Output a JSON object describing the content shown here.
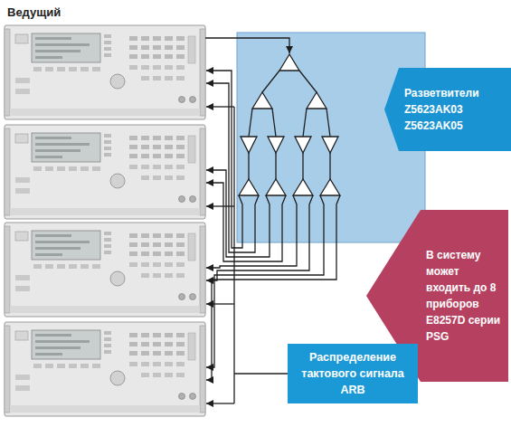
{
  "diagram": {
    "nodes": [
      {
        "text": [
          "Разветвители Z5623AK03 Z5623AK05"
        ]
      },
      {
        "text": [
          "В систему может входить до 8 приборов E8257D серии PSG"
        ]
      },
      {
        "text": [
          "Распределение тактового сигнала ARB"
        ]
      }
    ],
    "labels": [
      "Ведущий"
    ]
  }
}
